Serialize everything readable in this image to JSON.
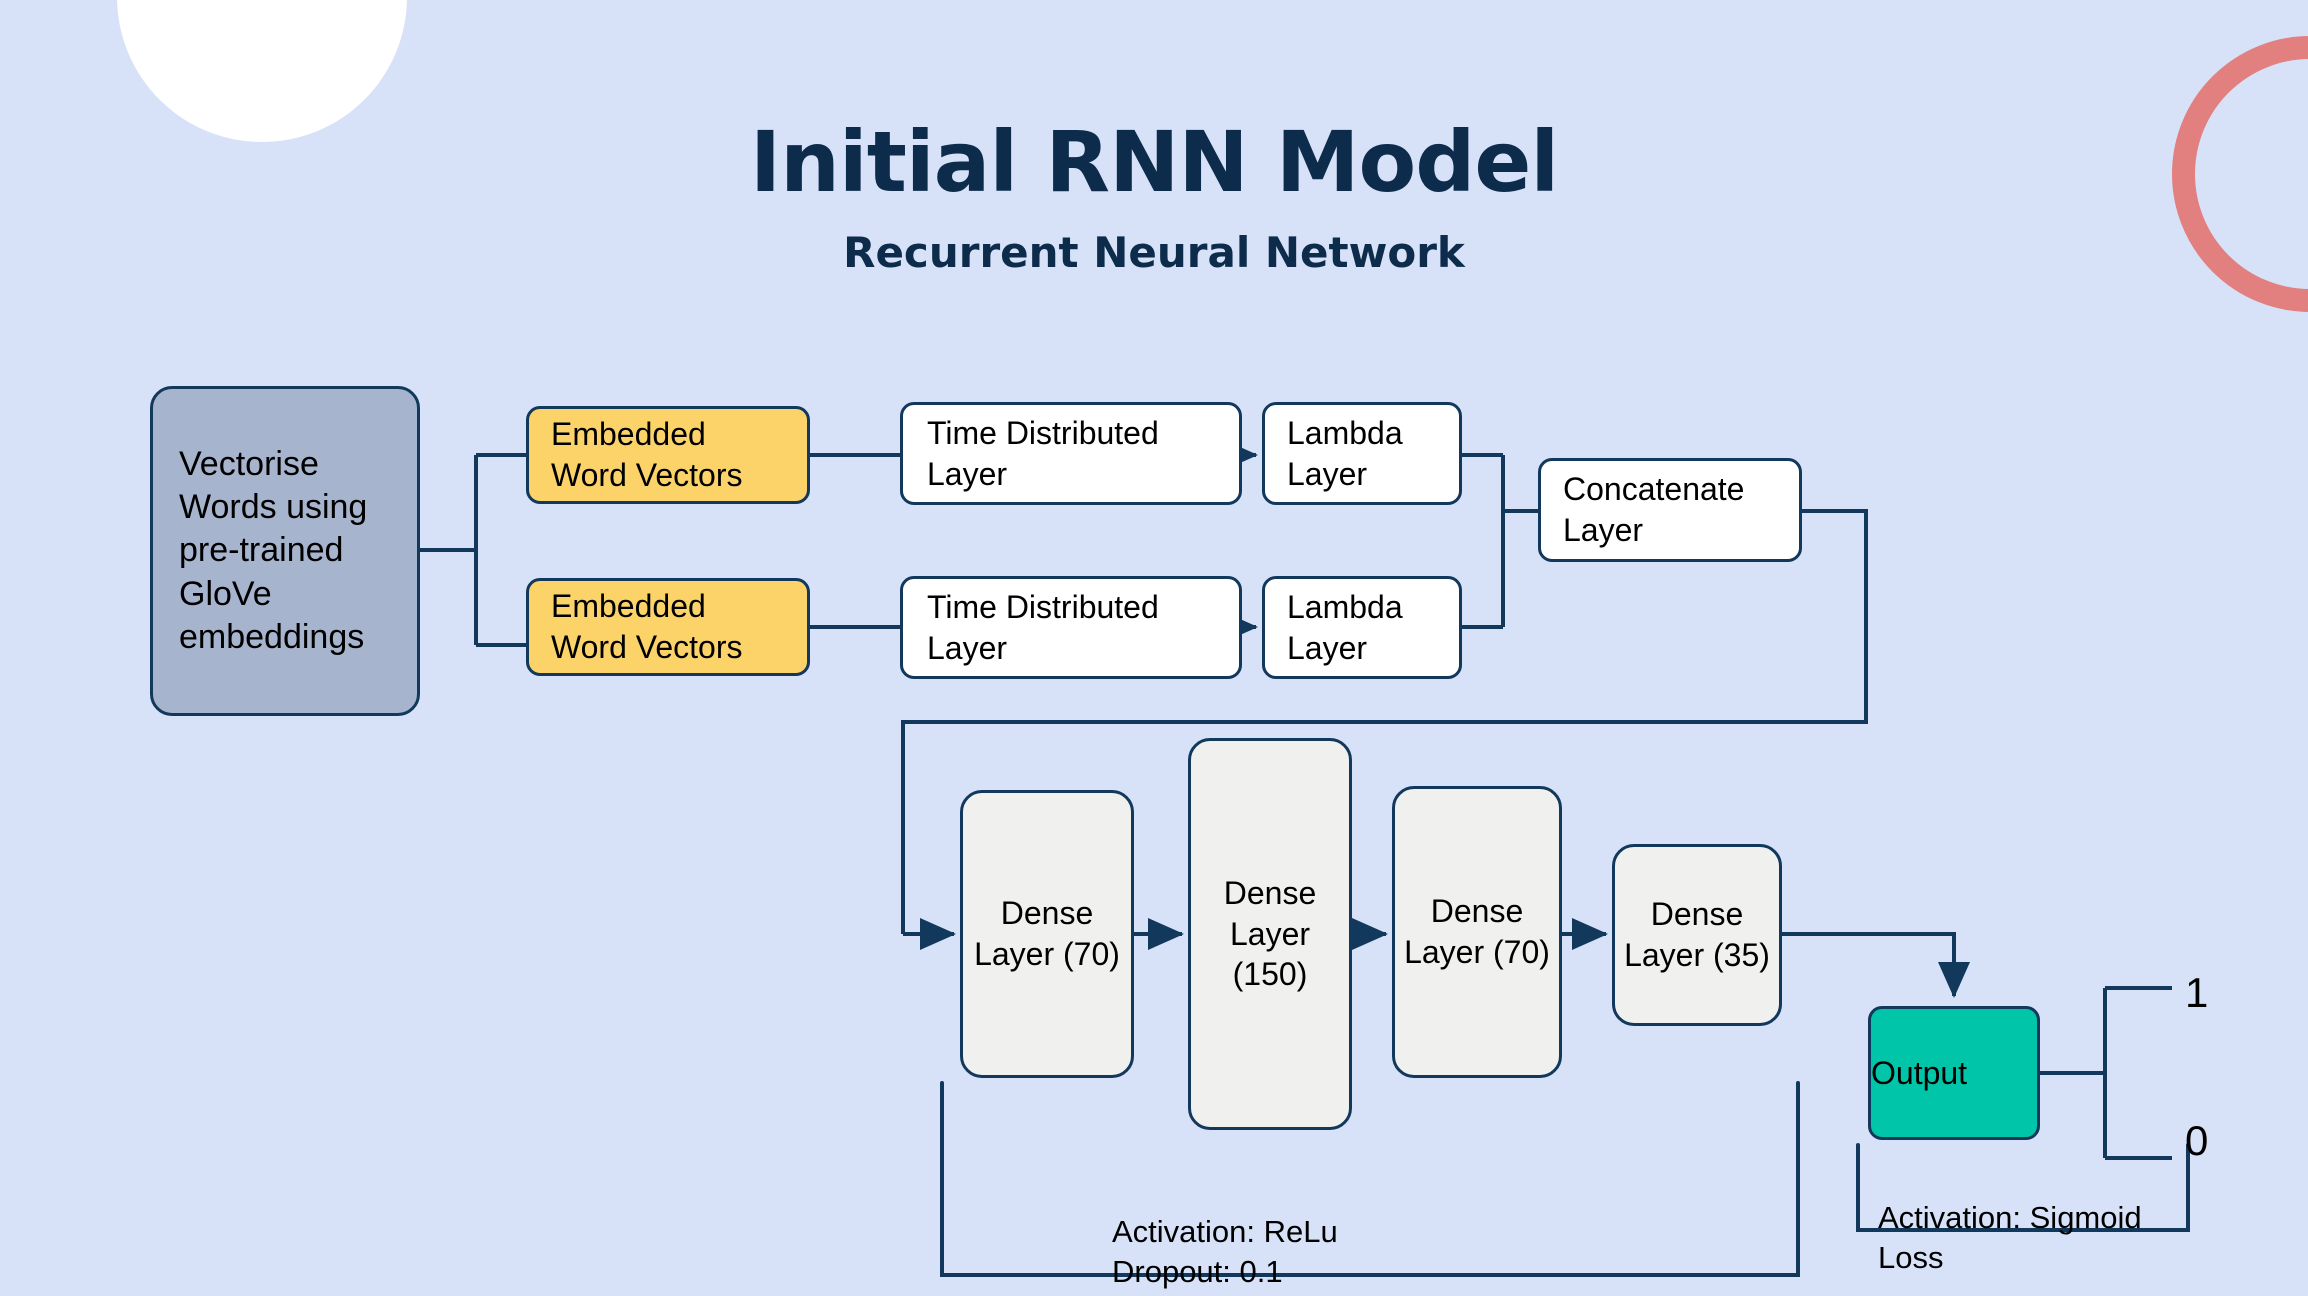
{
  "header": {
    "title": "Initial RNN Model",
    "subtitle": "Recurrent Neural Network"
  },
  "colors": {
    "background": "#d7e2f9",
    "title_navy": "#0d2c4b",
    "stroke_navy": "#12385c",
    "vectorise_fill": "#a7b4ce",
    "embedded_fill": "#fbd369",
    "plain_fill": "#ffffff",
    "dense_fill": "#f0f0ee",
    "output_fill": "#00c5a8",
    "decor_ring_red": "#e27f7f",
    "decor_circle_white": "#ffffff"
  },
  "nodes": {
    "vectorise": "Vectorise Words using pre-trained GloVe embeddings",
    "embedded_top": "Embedded Word Vectors",
    "embedded_bottom": "Embedded Word Vectors",
    "time_top": "Time Distributed Layer",
    "time_bottom": "Time Distributed Layer",
    "lambda_top": "Lambda Layer",
    "lambda_bottom": "Lambda Layer",
    "concatenate": "Concatenate Layer",
    "dense_1": "Dense Layer (70)",
    "dense_2": "Dense Layer (150)",
    "dense_3": "Dense Layer (70)",
    "dense_4": "Dense Layer (35)",
    "output": "Output"
  },
  "dense_units": {
    "dense_1": 70,
    "dense_2": 150,
    "dense_3": 70,
    "dense_4": 35
  },
  "annotations": {
    "relu_note": "Activation: ReLu\nDropout: 0.1",
    "sigmoid_note": "Activation: Sigmoid\nLoss"
  },
  "output_classes": {
    "positive": "1",
    "negative": "0"
  },
  "decorations": {
    "top_left_circle": "white-circle-decoration",
    "top_right_ring": "red-ring-decoration"
  }
}
